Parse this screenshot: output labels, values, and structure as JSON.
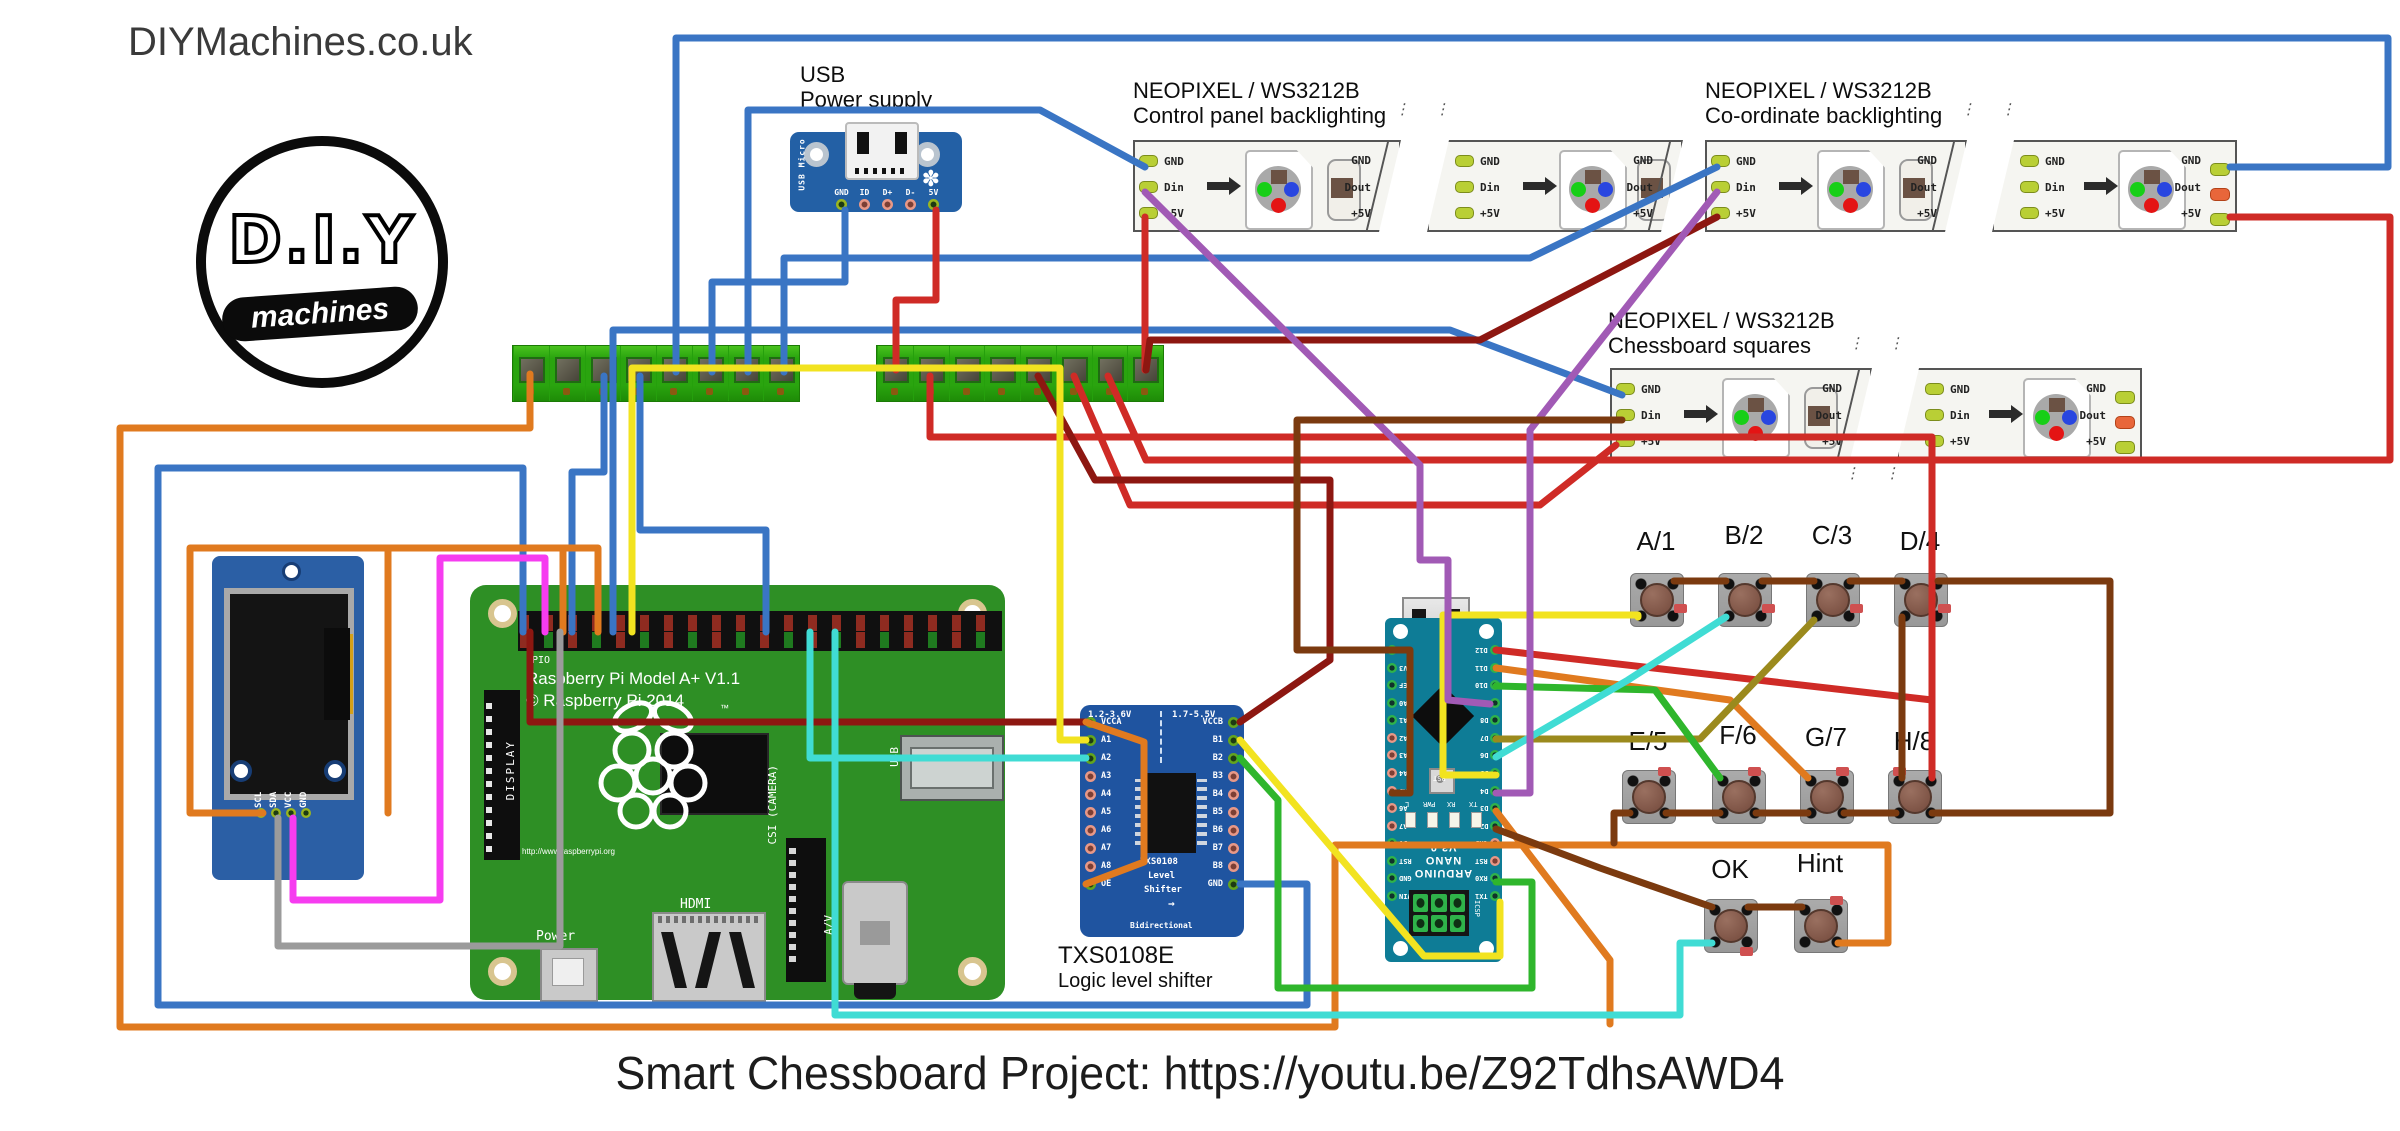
{
  "site": {
    "title": "DIYMachines.co.uk",
    "logo_line1": "D.I.Y",
    "logo_line2": "machines"
  },
  "caption": "Smart Chessboard Project: https://youtu.be/Z92TdhsAWD4",
  "usb": {
    "label_line1": "USB",
    "label_line2": "Power supply",
    "board_text1": "USB Micro",
    "pins": [
      "GND",
      "ID",
      "D+",
      "D-",
      "5V"
    ]
  },
  "neopixel": {
    "groups": [
      {
        "title": "NEOPIXEL / WS3212B",
        "subtitle": "Control panel backlighting"
      },
      {
        "title": "NEOPIXEL / WS3212B",
        "subtitle": "Co-ordinate backlighting"
      },
      {
        "title": "NEOPIXEL / WS3212B",
        "subtitle": "Chessboard squares"
      }
    ],
    "pins_left": [
      "GND",
      "Din",
      "+5V"
    ],
    "pins_right": [
      "GND",
      "Dout",
      "+5V"
    ],
    "gap_dots": "⋮ ⋮"
  },
  "oled": {
    "pins": [
      "SCL",
      "SDA",
      "VCC",
      "GND"
    ]
  },
  "pi": {
    "gpio_label": "GPIO",
    "line1": "Raspberry Pi Model A+ V1.1",
    "line2": "© Raspberry Pi 2014",
    "url": "http://www.raspberrypi.org",
    "tm": "™",
    "display_label": "DISPLAY",
    "usb_label": "USB",
    "hdmi_label": "HDMI",
    "csi_label": "CSI (CAMERA)",
    "av_label": "A/V",
    "power_label": "Power"
  },
  "txs": {
    "range_a": "1.2-3.6V",
    "range_b": "1.7-5.5V",
    "pins_left": [
      "VCCA",
      "A1",
      "A2",
      "A3",
      "A4",
      "A5",
      "A6",
      "A7",
      "A8",
      "OE"
    ],
    "pins_right": [
      "VCCB",
      "B1",
      "B2",
      "B3",
      "B4",
      "B5",
      "B6",
      "B7",
      "B8",
      "GND"
    ],
    "chip_line1": "TXS0108",
    "chip_line2": "Level",
    "chip_line3": "Shifter",
    "footer": "Bidirectional",
    "label_line1": "TXS0108E",
    "label_line2": "Logic level shifter"
  },
  "nano": {
    "pins_left": [
      "D13",
      "3V3",
      "REF",
      "A0",
      "A1",
      "A2",
      "A3",
      "A4",
      "A5",
      "A6",
      "A7",
      "5V",
      "RST",
      "GND",
      "VIN"
    ],
    "pins_right": [
      "D12",
      "D11",
      "D10",
      "D9",
      "D8",
      "D7",
      "D6",
      "D5",
      "D4",
      "D3",
      "D2",
      "GND",
      "RST",
      "RX0",
      "TX1"
    ],
    "brand_line1": "ARDUINO",
    "brand_line2": "NANO",
    "brand_line3": "V3.0",
    "rst": "RST",
    "icsp": "ICSP",
    "leds": [
      "L",
      "PWR",
      "RX",
      "TX"
    ]
  },
  "buttons": [
    "A/1",
    "B/2",
    "C/3",
    "D/4",
    "E/5",
    "F/6",
    "G/7",
    "H/8",
    "OK",
    "Hint"
  ],
  "colors": {
    "wire_blue": "#3a75c4",
    "wire_red": "#cf2b26",
    "wire_dark_red": "#8d1711",
    "wire_orange": "#e07a1f",
    "wire_yellow": "#f2e320",
    "wire_olive": "#9b8a1d",
    "wire_green": "#2fb62c",
    "wire_cyan": "#40dcd4",
    "wire_magenta": "#f63cf0",
    "wire_gray": "#9b9b9b",
    "wire_purple": "#a15ab5",
    "wire_brown": "#7b3a0f",
    "board_green": "#2e8f25",
    "board_blue": "#2360a5",
    "board_teal": "#0e7c96",
    "terminal_green": "#2aa40f",
    "strip_bg": "#f5f5f1"
  }
}
